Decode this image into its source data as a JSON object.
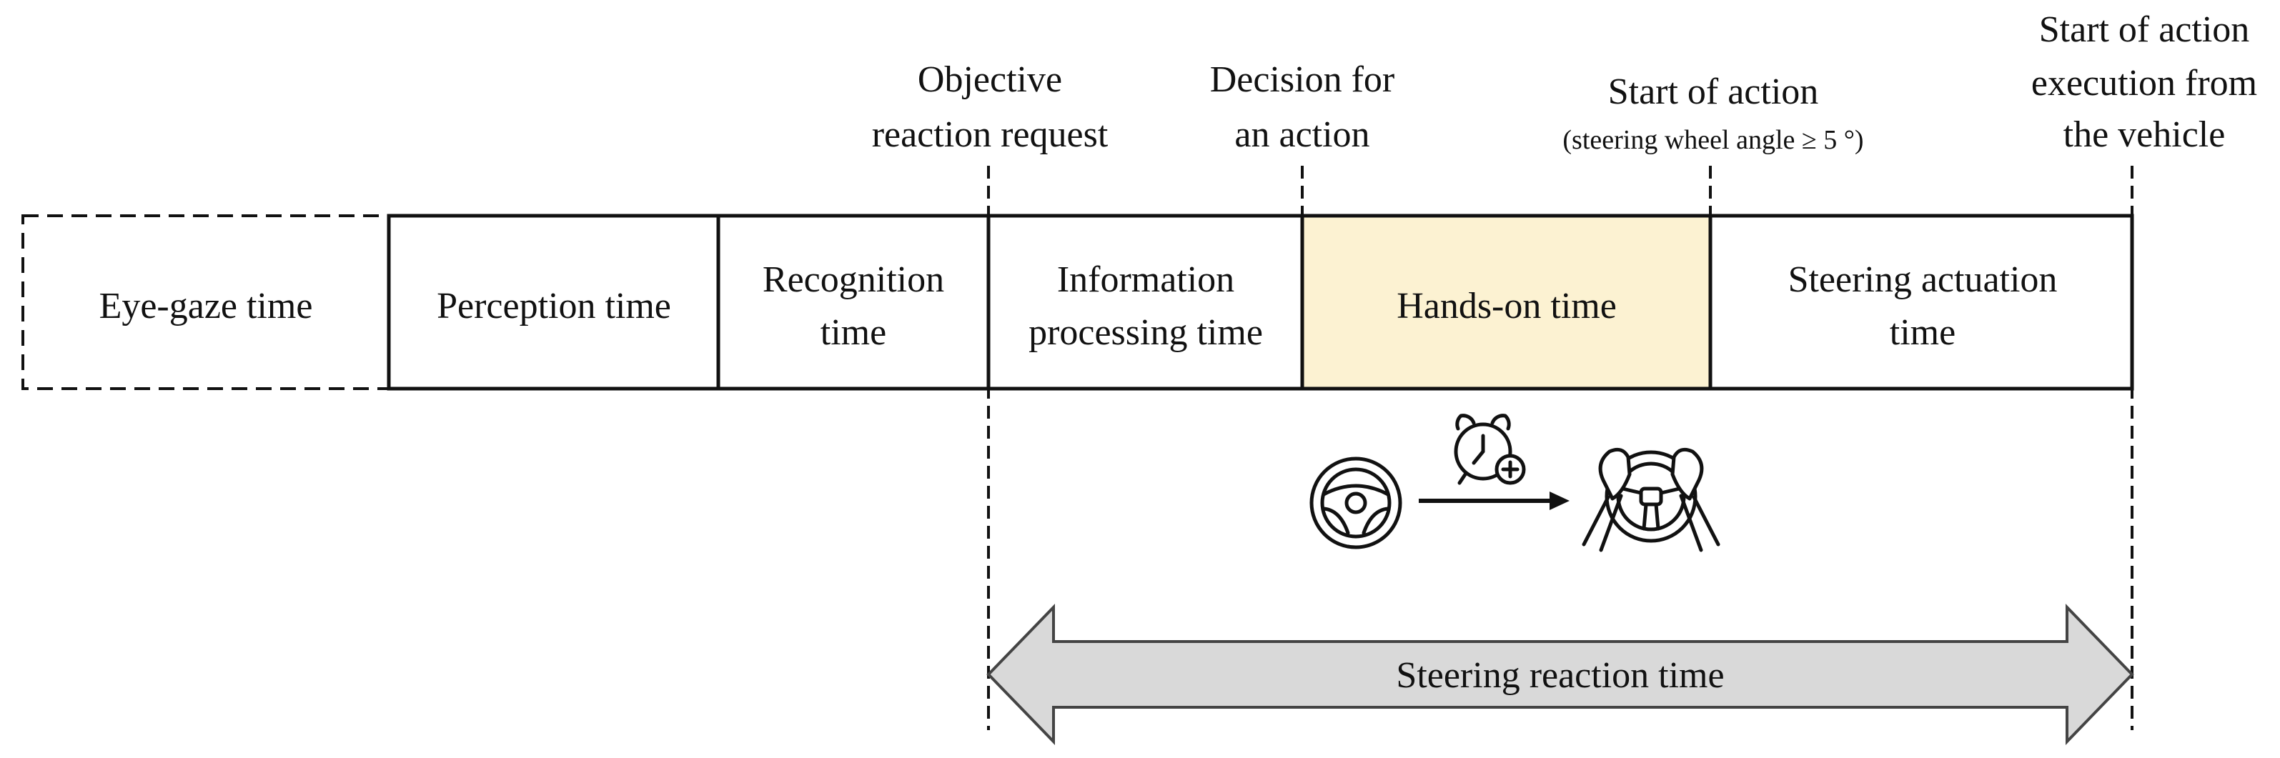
{
  "milestones": {
    "objective": [
      "Objective",
      "reaction request"
    ],
    "decision": [
      "Decision for",
      "an action"
    ],
    "start_action": "Start of action",
    "start_action_note": "(steering wheel angle ≥ 5 °)",
    "vehicle": [
      "Start of action",
      "execution from",
      "the vehicle"
    ]
  },
  "phases": {
    "eye_gaze": "Eye-gaze time",
    "perception": "Perception time",
    "recognition": [
      "Recognition",
      "time"
    ],
    "info_processing": [
      "Information",
      "processing time"
    ],
    "hands_on": "Hands-on time",
    "steering_actuation": [
      "Steering actuation",
      "time"
    ]
  },
  "reaction_arrow": "Steering reaction time",
  "icons": [
    "steering-wheel-icon",
    "alarm-clock-plus-icon",
    "hands-on-wheel-icon"
  ],
  "colors": {
    "hands_on_fill": "#FCF2D2",
    "arrow_fill": "#D9D9D9",
    "stroke": "#111111"
  }
}
